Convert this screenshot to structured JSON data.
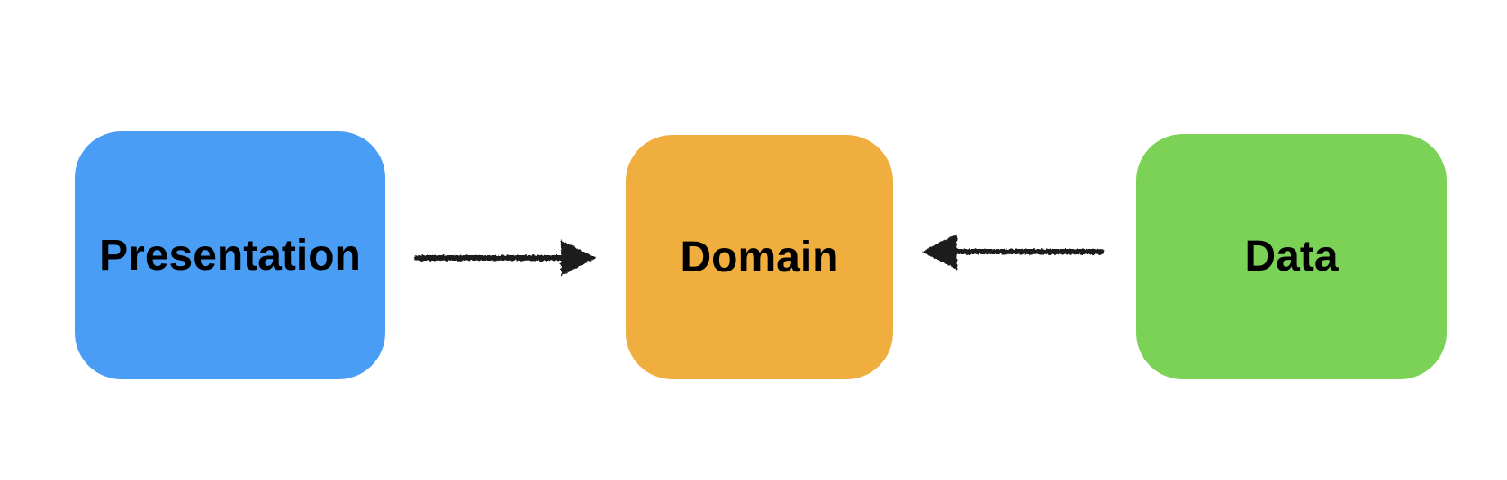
{
  "diagram": {
    "background_color": "#ffffff",
    "text_color": "#000000",
    "arrow_color": "#1b1b1b",
    "nodes": [
      {
        "id": "presentation",
        "label": "Presentation",
        "color": "#4a9df4"
      },
      {
        "id": "domain",
        "label": "Domain",
        "color": "#efae3e"
      },
      {
        "id": "data",
        "label": "Data",
        "color": "#7bd257"
      }
    ],
    "edges": [
      {
        "from": "presentation",
        "to": "domain",
        "direction": "right"
      },
      {
        "from": "data",
        "to": "domain",
        "direction": "left"
      }
    ]
  }
}
